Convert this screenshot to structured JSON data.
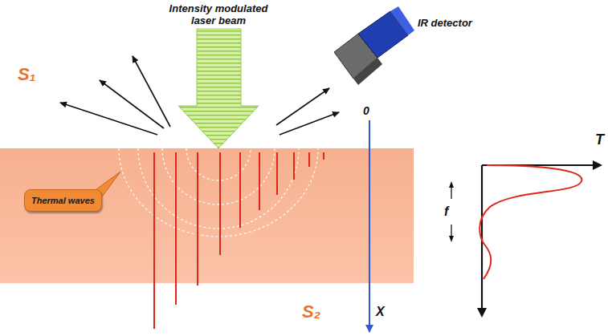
{
  "diagram": {
    "nodes": [
      {
        "text": [
          "Thermal waves"
        ]
      }
    ],
    "labels": [
      "Intensity modulated laser beam",
      "IR detector",
      "S₁",
      "0",
      "S₂",
      "X",
      "T",
      "f"
    ]
  }
}
